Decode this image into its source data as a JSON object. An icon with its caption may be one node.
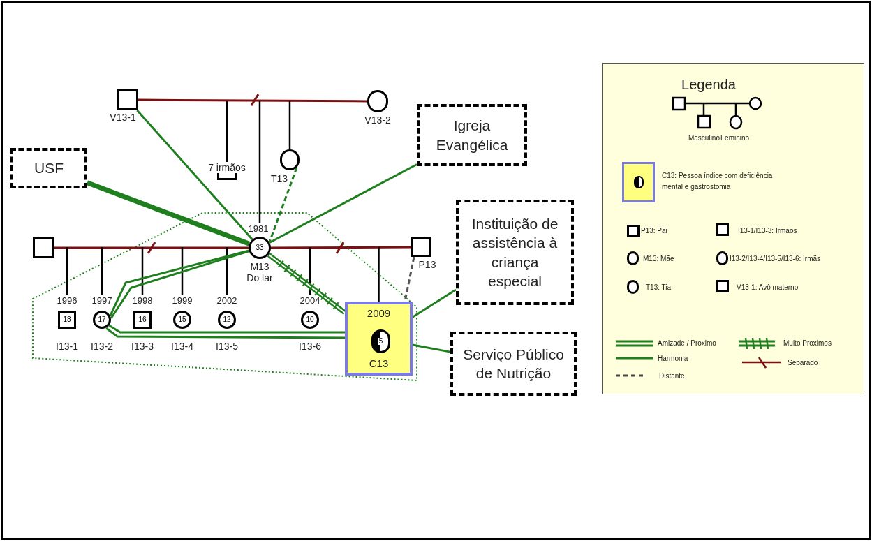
{
  "diagram": {
    "nodes": [
      {
        "text": [],
        "shape": "box",
        "beside": [
          "V13-1"
        ]
      },
      {
        "text": [],
        "shape": "circle",
        "beside": [
          "V13-2"
        ]
      },
      {
        "text": [
          "7 irmãos"
        ]
      },
      {
        "text": [],
        "shape": "circle",
        "beside": [
          "T13"
        ]
      },
      {
        "text": [
          "USF"
        ]
      },
      {
        "text": [
          "Igreja Evangélica"
        ]
      },
      {
        "text": [
          "Instituição de assistência à criança especial"
        ]
      },
      {
        "text": [],
        "shape": "box"
      },
      {
        "text": [
          "33"
        ],
        "beside": [
          "1981",
          "M13 Do lar"
        ]
      },
      {
        "text": [],
        "shape": "box",
        "beside": [
          "P13"
        ]
      },
      {
        "text": [
          "18"
        ],
        "beside": [
          "1996",
          "I13-1"
        ]
      },
      {
        "text": [
          "17"
        ],
        "beside": [
          "1997",
          "I13-2"
        ]
      },
      {
        "text": [
          "16"
        ],
        "beside": [
          "1998",
          "I13-3"
        ]
      },
      {
        "text": [
          "15"
        ],
        "beside": [
          "1999",
          "I13-4"
        ]
      },
      {
        "text": [
          "12"
        ],
        "beside": [
          "2002",
          "I13-5"
        ]
      },
      {
        "text": [
          "10"
        ],
        "beside": [
          "2004",
          "I13-6"
        ]
      },
      {
        "text": [
          "2009",
          "C13"
        ]
      },
      {
        "text": [
          "5"
        ],
        "in": 16
      },
      {
        "text": [
          "Serviço Público de Nutrição"
        ]
      }
    ],
    "edges": [
      {
        "from": 0,
        "to": 1,
        "arrow": "none",
        "color": "#7a1010"
      },
      {
        "from": null,
        "to": 2,
        "arrow": "none",
        "color": "#000000"
      },
      {
        "from": null,
        "to": 8,
        "arrow": "none",
        "color": "#000000"
      },
      {
        "from": null,
        "to": 3,
        "arrow": "none",
        "color": "#000000"
      },
      {
        "from": 7,
        "to": 8,
        "arrow": "none",
        "color": "#7a1010"
      },
      {
        "from": 8,
        "to": 9,
        "arrow": "none",
        "color": "#7a1010"
      },
      {
        "from": null,
        "to": 10,
        "arrow": "none",
        "color": "#000000"
      },
      {
        "from": null,
        "to": 11,
        "arrow": "none",
        "color": "#000000"
      },
      {
        "from": null,
        "to": 12,
        "arrow": "none",
        "color": "#000000"
      },
      {
        "from": null,
        "to": 13,
        "arrow": "none",
        "color": "#000000"
      },
      {
        "from": null,
        "to": 14,
        "arrow": "none",
        "color": "#000000"
      },
      {
        "from": null,
        "to": 15,
        "arrow": "none",
        "color": "#000000"
      },
      {
        "from": null,
        "to": 16,
        "arrow": "none",
        "color": "#000000"
      },
      {
        "from": 0,
        "to": 8,
        "arrow": "none"
      },
      {
        "from": 4,
        "to": 8,
        "arrow": "none",
        "style": "thick"
      },
      {
        "from": 5,
        "to": 8,
        "arrow": "none"
      },
      {
        "from": 3,
        "to": 8,
        "arrow": "none",
        "style": "dashed"
      },
      {
        "from": 8,
        "to": 11,
        "arrow": "none"
      },
      {
        "from": 8,
        "to": 11,
        "arrow": "none"
      },
      {
        "from": 8,
        "to": 16,
        "arrow": "none",
        "style": "thick"
      },
      {
        "from": 11,
        "to": 16,
        "arrow": "none"
      },
      {
        "from": 11,
        "to": 16,
        "arrow": "none"
      },
      {
        "from": 16,
        "to": 6,
        "arrow": "none"
      },
      {
        "from": 16,
        "to": 18,
        "arrow": "none"
      },
      {
        "from": 9,
        "to": 16,
        "arrow": "none",
        "style": "dashed",
        "color": "#555555"
      }
    ],
    "labels": [
      "Legenda"
    ],
    "legend": [
      {
        "text": "Masculino"
      },
      {
        "text": "Feminino"
      },
      {
        "text": "C13: Pessoa índice com deficiência mental e gastrostomia"
      },
      {
        "text": "P13: Pai"
      },
      {
        "text": "I13-1/I13-3: Irmãos"
      },
      {
        "text": "M13: Mãe"
      },
      {
        "text": "I13-2/I13-4/I13-5/I13-6: Irmãs"
      },
      {
        "text": "T13: Tia"
      },
      {
        "text": "V13-1: Avô materno"
      },
      {
        "text": "Amizade / Proximo"
      },
      {
        "text": "Muito Proximos"
      },
      {
        "text": "Harmonia"
      },
      {
        "text": "Separado"
      },
      {
        "text": "Distante"
      }
    ]
  }
}
